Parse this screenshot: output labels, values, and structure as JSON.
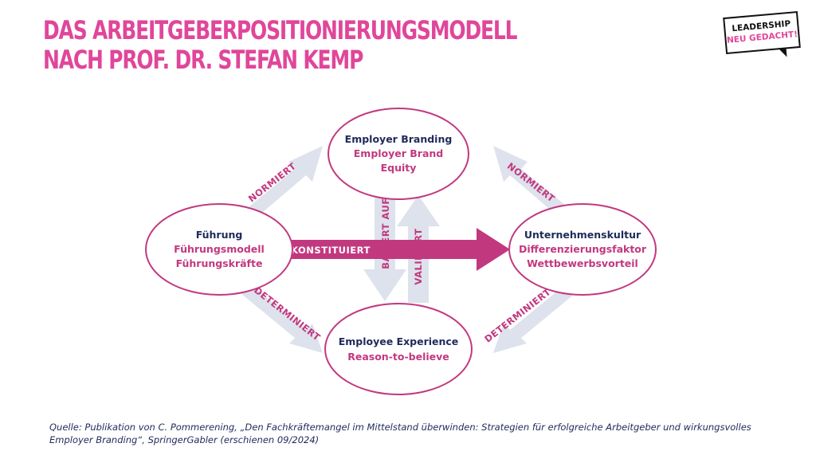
{
  "title": {
    "line1": "DAS ARBEITGEBERPOSITIONIERUNGSMODELL",
    "line2": "NACH PROF. DR. STEFAN KEMP"
  },
  "badge": {
    "line1": "LEADERSHIP",
    "line2": "NEU GEDACHT!"
  },
  "nodes": {
    "employer_branding": {
      "heading": "Employer Branding",
      "sub1": "Employer Brand",
      "sub2": "Equity"
    },
    "fuehrung": {
      "heading": "Führung",
      "sub1": "Führungsmodell",
      "sub2": "Führungskräfte"
    },
    "unternehmenskultur": {
      "heading": "Unternehmenskultur",
      "sub1": "Differenzierungsfaktor",
      "sub2": "Wettbewerbsvorteil"
    },
    "employee_experience": {
      "heading": "Employee Experience",
      "sub1": "Reason-to-believe"
    }
  },
  "arrows": {
    "normiert_left": "NORMIERT",
    "normiert_right": "NORMIERT",
    "determiniert_left": "DETERMINIERT",
    "determiniert_right": "DETERMINIERT",
    "konstituiert": "KONSTITUIERT",
    "basiert_auf": "BASIERT AUF",
    "validiert": "VALIDIERT"
  },
  "source": "Quelle: Publikation von C. Pommerening, „Den Fachkräftemangel im Mittelstand überwinden: Strategien für erfolgreiche Arbeitgeber und wirkungsvolles Employer Branding“, SpringerGabler (erschienen 09/2024)",
  "colors": {
    "accent": "#e0469a",
    "navy": "#1f2a5a",
    "arrow_gray": "#dde2ec",
    "magenta": "#c2387f"
  }
}
